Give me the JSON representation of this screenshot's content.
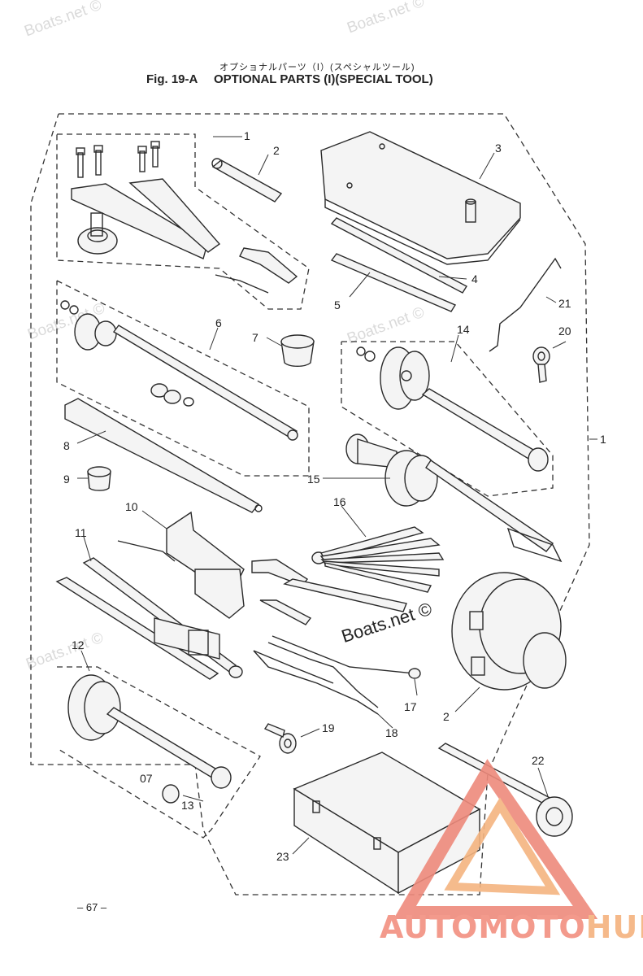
{
  "header": {
    "title_jp": "オプショナルパーツ（Ⅰ）(スペシャルツール)",
    "fig_number": "Fig. 19-A",
    "title_en": "OPTIONAL PARTS (I)(SPECIAL TOOL)"
  },
  "callouts": {
    "c1": "1",
    "c1b": "1",
    "c2": "2",
    "c2b": "2",
    "c3": "3",
    "c4": "4",
    "c5": "5",
    "c6": "6",
    "c7": "7",
    "c8": "8",
    "c9": "9",
    "c10": "10",
    "c11": "11",
    "c12": "12",
    "c13": "13",
    "c14": "14",
    "c15": "15",
    "c16": "16",
    "c17": "17",
    "c18": "18",
    "c19": "19",
    "c20": "20",
    "c21": "21",
    "c22": "22",
    "c23": "23"
  },
  "annotation_07": "07",
  "watermark": "Boats.net ©",
  "watermark_main": "Boats.net ©",
  "page_number": "– 67 –",
  "brand": {
    "auto": "AUTO",
    "moto": "MOTO",
    "hub": "HUB"
  },
  "colors": {
    "logo_red": "#ee8a7c",
    "logo_orange": "#f4b480",
    "line": "#2a2a2a"
  }
}
